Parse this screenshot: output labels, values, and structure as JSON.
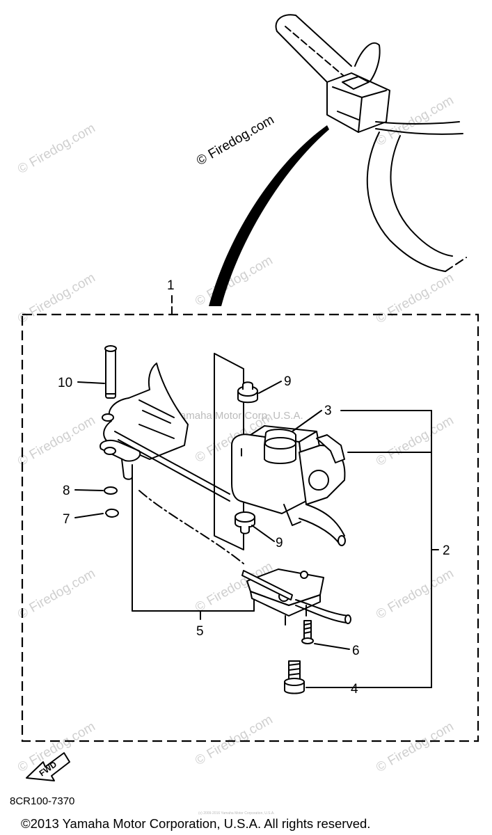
{
  "watermarks": {
    "firedog": "© Firedog.com",
    "yamaha": "Yamaha Motor Corp, U.S.A.",
    "tiny": "(c) 2009-2016 Yamaha Motor Corporation, U.S.A."
  },
  "callouts": {
    "c1": "1",
    "c2": "2",
    "c3": "3",
    "c4": "4",
    "c5": "5",
    "c6": "6",
    "c7": "7",
    "c8": "8",
    "c9a": "9",
    "c9b": "9",
    "c10": "10"
  },
  "fwd_label": "FWD",
  "part_code": "8CR100-7370",
  "copyright": "©2013 Yamaha Motor Corporation, U.S.A. All rights reserved."
}
